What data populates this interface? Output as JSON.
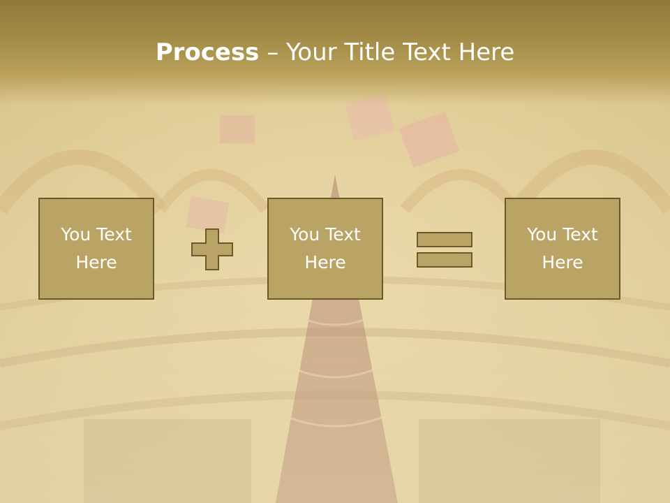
{
  "slide": {
    "title_bold": "Process",
    "title_rest": " – Your Title Text Here",
    "boxes": [
      {
        "text": "You Text Here"
      },
      {
        "text": "You Text Here"
      },
      {
        "text": "You Text Here"
      }
    ],
    "operators": [
      "plus-icon",
      "equals-icon"
    ]
  },
  "colors": {
    "title_band": "#a08a45",
    "box_fill": "#b9a365",
    "box_border": "#6a5a2a",
    "text": "#ffffff"
  }
}
